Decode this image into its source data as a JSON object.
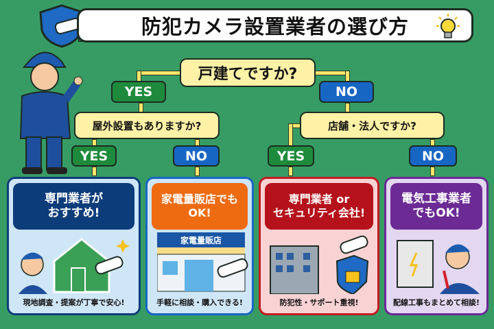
{
  "title": "防犯カメラ設置業者の選び方",
  "colors": {
    "background": "#379c64",
    "question": "#fdf2a6",
    "yes": "#1e8b3c",
    "no": "#1766c4"
  },
  "flow": {
    "q1": "戸建てですか?",
    "q1_yes": "YES",
    "q1_no": "NO",
    "q2": "屋外設置もありますか?",
    "q2_yes": "YES",
    "q2_no": "NO",
    "q3": "店舗・法人ですか?",
    "q3_yes": "YES",
    "q3_no": "NO"
  },
  "cards": [
    {
      "heading": "専門業者が\nおすすめ!",
      "footer": "現地調査・提案が丁寧で安心!",
      "color": "#0d3c7a"
    },
    {
      "heading": "家電量販店でも\nOK!",
      "sign": "家電量販店",
      "footer": "手軽に相談・購入できる!",
      "color": "#ee6b12"
    },
    {
      "heading": "専門業者 or\nセキュリティ会社!",
      "footer": "防犯性・サポート重視!",
      "color": "#b5121b"
    },
    {
      "heading": "電気工事業者\nでもOK!",
      "footer": "配線工事もまとめて相談!",
      "color": "#6b2a94"
    }
  ]
}
